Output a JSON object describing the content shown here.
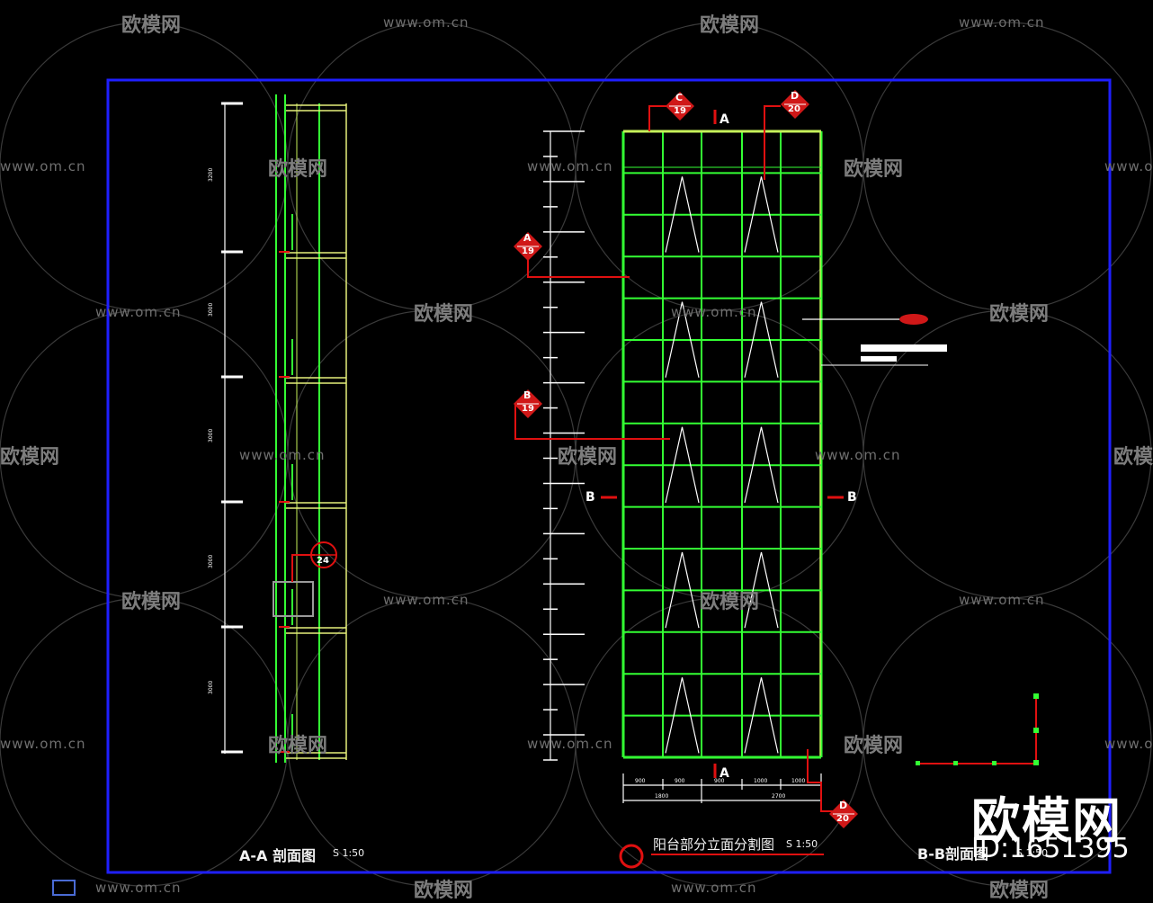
{
  "drawing": {
    "left_title": "A-A 剖面图",
    "left_scale": "S 1:50",
    "center_title": "阳台部分立面分割图",
    "center_scale": "S 1:50",
    "right_title": "B-B剖面图",
    "right_scale": "S 1:50"
  },
  "markers": {
    "section_a_top": "A",
    "section_a_bottom": "A",
    "section_b_left": "B",
    "section_b_right": "B",
    "callouts": [
      {
        "letter": "C",
        "sheet": "19"
      },
      {
        "letter": "D",
        "sheet": "20"
      },
      {
        "letter": "A",
        "sheet": "19"
      },
      {
        "letter": "B",
        "sheet": "19"
      },
      {
        "letter": "D",
        "sheet": "20"
      },
      {
        "letter": "",
        "sheet": "24"
      }
    ]
  },
  "watermark": {
    "url": "www.om.cn",
    "name": "欧模网",
    "brand": "欧模网",
    "id": "ID:1651395"
  },
  "colors": {
    "background": "#000000",
    "frame": "#1f1fff",
    "grid": "#33ff33",
    "grid_light": "#c6f15a",
    "callout": "#e01010",
    "dimension": "#ffffff",
    "watermark": "#7d7d7d"
  },
  "icons": [
    "sofa-logo-icon",
    "section-callout-icon",
    "layer-icon"
  ]
}
